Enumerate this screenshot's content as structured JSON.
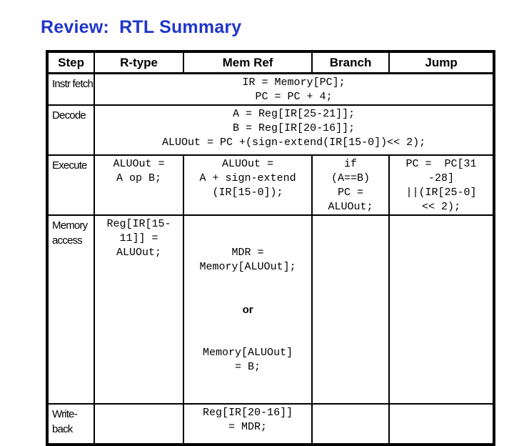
{
  "slide": {
    "title": "Review:  RTL Summary",
    "title_color": "#1f36c7"
  },
  "table": {
    "headers": [
      "Step",
      "R-type",
      "Mem Ref",
      "Branch",
      "Jump"
    ],
    "rows": {
      "instr_fetch": {
        "step": "Instr fetch",
        "all_types": "IR = Memory[PC];\nPC = PC + 4;"
      },
      "decode": {
        "step": "Decode",
        "all_types": "A = Reg[IR[25-21]];\nB = Reg[IR[20-16]];\nALUOut = PC +(sign-extend(IR[15-0])<< 2);"
      },
      "execute": {
        "step": "Execute",
        "r_type": "ALUOut =\nA op B;",
        "mem_ref": "ALUOut =\nA + sign-extend\n(IR[15-0]);",
        "branch": "if\n(A==B)\nPC =\nALUOut;",
        "jump": "PC =  PC[31\n-28]\n||(IR[25-0]\n<< 2);"
      },
      "memory_access": {
        "step": "Memory\naccess",
        "r_type": "Reg[IR[15-\n11]] =\nALUOut;",
        "mem_ref_load": "MDR =\nMemory[ALUOut];",
        "mem_ref_or": "or",
        "mem_ref_store": "Memory[ALUOut]\n= B;",
        "branch": "",
        "jump": ""
      },
      "write_back": {
        "step": "Write-\nback",
        "r_type": "",
        "mem_ref": "Reg[IR[20-16]]\n= MDR;",
        "branch": "",
        "jump": ""
      }
    }
  }
}
